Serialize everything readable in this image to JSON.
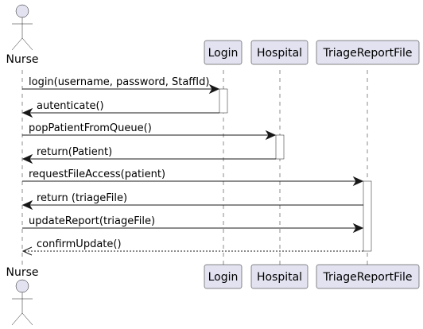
{
  "participants": {
    "nurse": "Nurse",
    "login": "Login",
    "hospital": "Hospital",
    "triage": "TriageReportFile"
  },
  "messages": [
    {
      "from": "nurse",
      "to": "login",
      "label": "login(username, password, StaffId)",
      "style": "solid"
    },
    {
      "from": "login",
      "to": "nurse",
      "label": "autenticate()",
      "style": "solid"
    },
    {
      "from": "nurse",
      "to": "hospital",
      "label": "popPatientFromQueue()",
      "style": "solid"
    },
    {
      "from": "hospital",
      "to": "nurse",
      "label": "return(Patient)",
      "style": "solid"
    },
    {
      "from": "nurse",
      "to": "triage",
      "label": "requestFileAccess(patient)",
      "style": "solid"
    },
    {
      "from": "triage",
      "to": "nurse",
      "label": "return (triageFile)",
      "style": "solid"
    },
    {
      "from": "nurse",
      "to": "triage",
      "label": "updateReport(triageFile)",
      "style": "solid"
    },
    {
      "from": "triage",
      "to": "nurse",
      "label": "confirmUpdate()",
      "style": "dashed"
    }
  ],
  "colors": {
    "participant_fill": "#e2e2f0",
    "stroke": "#181818",
    "activation_fill": "#ffffff"
  }
}
